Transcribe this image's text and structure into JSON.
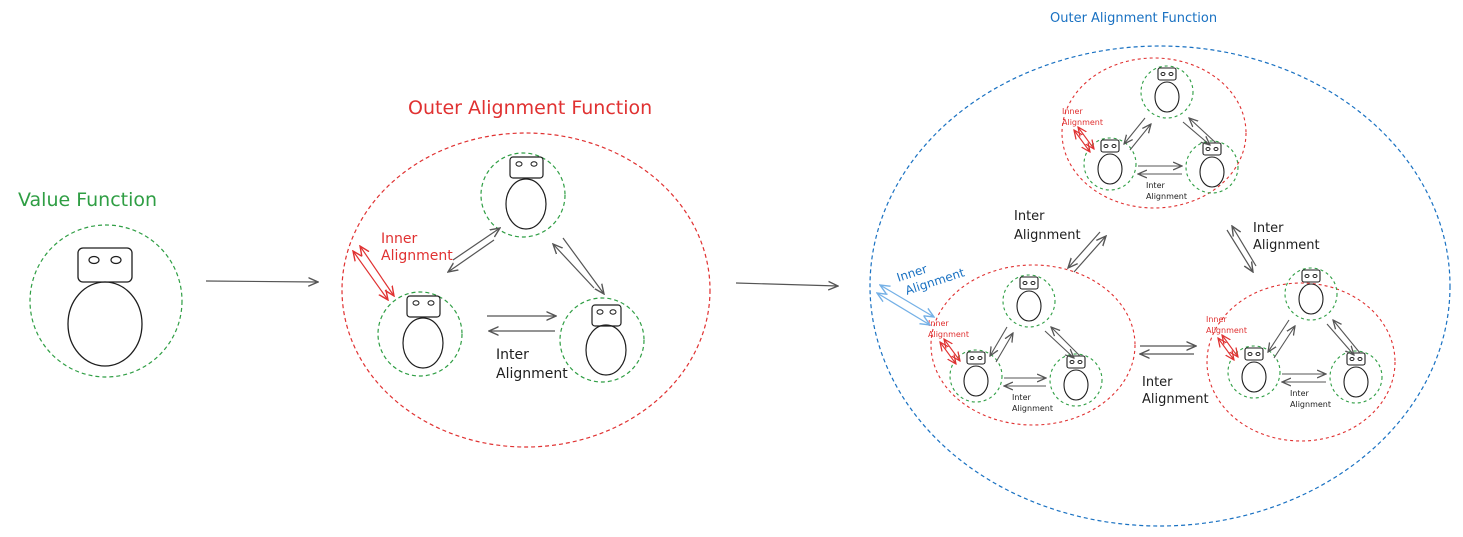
{
  "colors": {
    "green": "#2f9e44",
    "red": "#e03131",
    "blue": "#1971c2",
    "blue_light": "#74b0e6",
    "ink": "#1e1e1e",
    "arrow": "#555555"
  },
  "stage1": {
    "title": "Value Function"
  },
  "stage2": {
    "title": "Outer Alignment Function",
    "inner_label": [
      "Inner",
      "Alignment"
    ],
    "inter_label": [
      "Inter",
      "Alignment"
    ]
  },
  "stage3": {
    "title": "Outer Alignment Function",
    "inner_label": [
      "Inner",
      "Alignment"
    ],
    "inter_label_left": [
      "Inter",
      "Alignment"
    ],
    "inter_label_right": [
      "Inter",
      "Alignment"
    ],
    "inter_label_bottom": [
      "Inter",
      "Alignment"
    ],
    "cluster_inner_label": [
      "Inner",
      "Alignment"
    ],
    "cluster_inter_label": [
      "Inter",
      "Alignment"
    ]
  }
}
